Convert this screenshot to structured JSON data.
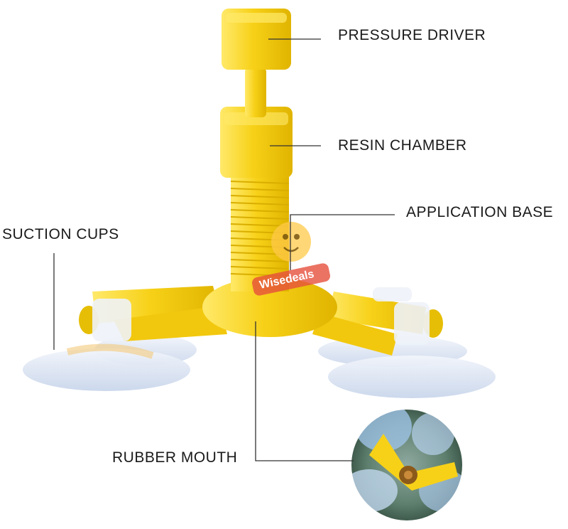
{
  "labels": {
    "pressure_driver": "PRESSURE DRIVER",
    "resin_chamber": "RESIN CHAMBER",
    "application_base": "APPLICATION BASE",
    "suction_cups": "SUCTION CUPS",
    "rubber_mouth": "RUBBER MOUTH"
  },
  "watermark": {
    "text": "Wisedeals"
  },
  "colors": {
    "plastic_yellow": "#F7D118",
    "plastic_shadow": "#E0B400",
    "plastic_highlight": "#FFE96A",
    "cup_clear": "#DCE6F4",
    "leader_line": "#333333",
    "label_text": "#1a1a1a"
  }
}
